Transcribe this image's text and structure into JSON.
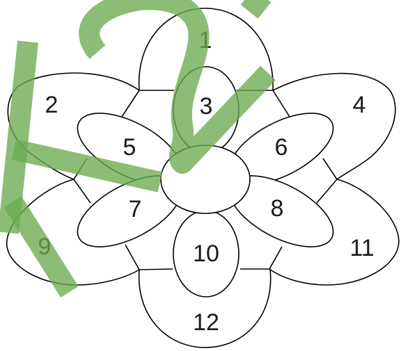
{
  "regions": [
    {
      "id": "region-1",
      "label": "1"
    },
    {
      "id": "region-2",
      "label": "2"
    },
    {
      "id": "region-3",
      "label": "3"
    },
    {
      "id": "region-4",
      "label": "4"
    },
    {
      "id": "region-5",
      "label": "5"
    },
    {
      "id": "region-6",
      "label": "6"
    },
    {
      "id": "region-7",
      "label": "7"
    },
    {
      "id": "region-8",
      "label": "8"
    },
    {
      "id": "region-9",
      "label": "9"
    },
    {
      "id": "region-10",
      "label": "10"
    },
    {
      "id": "region-11",
      "label": "11"
    },
    {
      "id": "region-12",
      "label": "12"
    }
  ],
  "colors": {
    "outline": "#000000",
    "label": "#1a1a1a",
    "watermark": "#6aaa50",
    "background": "#ffffff"
  }
}
